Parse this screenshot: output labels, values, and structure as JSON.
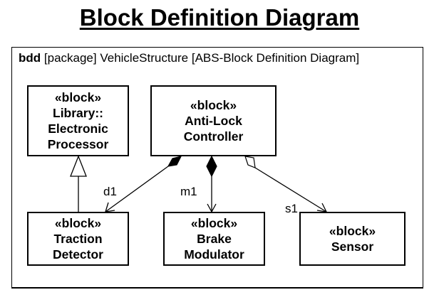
{
  "title": "Block Definition Diagram",
  "frame": {
    "kind": "bdd",
    "header": "[package] VehicleStructure [ABS-Block Definition Diagram]"
  },
  "blocks": {
    "library": {
      "stereotype": "«block»",
      "lines": [
        "Library::",
        "Electronic",
        "Processor"
      ]
    },
    "controller": {
      "stereotype": "«block»",
      "lines": [
        "Anti-Lock",
        "Controller"
      ]
    },
    "traction": {
      "stereotype": "«block»",
      "lines": [
        "Traction",
        "Detector"
      ]
    },
    "brake": {
      "stereotype": "«block»",
      "lines": [
        "Brake",
        "Modulator"
      ]
    },
    "sensor": {
      "stereotype": "«block»",
      "lines": [
        "Sensor"
      ]
    }
  },
  "roles": {
    "traction": "d1",
    "brake": "m1",
    "sensor": "s1"
  }
}
